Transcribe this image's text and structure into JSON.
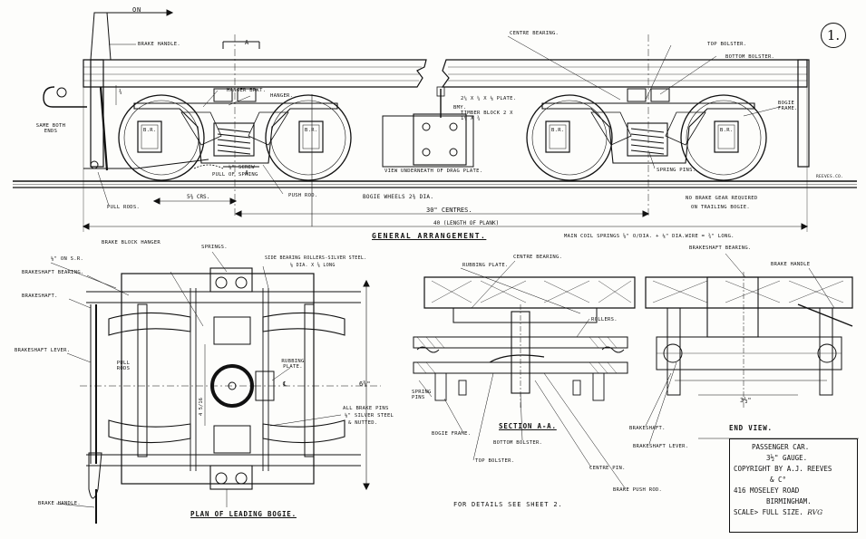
{
  "sheet_number": "1.",
  "general_arrangement": {
    "title": "GENERAL ARRANGEMENT.",
    "labels": {
      "on": "ON",
      "brake_handle": "BRAKE HANDLE.",
      "hanger_brkt": "HANGER BRKT.",
      "hanger": "HANGER.",
      "same_both_ends": "SAME BOTH ENDS",
      "pull_of_spring": "PULL OF SPRING",
      "screw": "⅛\" SCREW",
      "push_rod": "PUSH ROD.",
      "pull_rods": "PULL RODS.",
      "centre_bearing": "CENTRE BEARING.",
      "top_bolster": "TOP BOLSTER.",
      "bottom_bolster": "BOTTOM BOLSTER.",
      "bogie_frame": "BOGIE FRAME.",
      "spring_pins": "SPRING PINS.",
      "bmy": "BMY.",
      "plate": "2¼ x ¼ x ⅛ PLATE.",
      "timber_block": "TIMBER BLOCK 2 x 1¼ x ¾",
      "view_underneath": "VIEW UNDERNEATH OF DRAG PLATE.",
      "reeves": "REEVES.CO.",
      "no_brake_gear": "NO BRAKE GEAR REQUIRED",
      "on_trailing_bogie": "ON TRAILING BOGIE.",
      "main_coil_springs": "MAIN COIL SPRINGS ⅝\" O/DIA. + ⅛\" DIA.WIRE = ¾\" LONG.",
      "section_a_top": "A",
      "section_a_bottom": "A",
      "br": "B.R."
    },
    "dimensions": {
      "d1": "¾",
      "centres_58": "5⅜ CRS.",
      "bogie_wheels": "BOGIE WHEELS 2⅜ DIA.",
      "centres_30": "30\" CENTRES.",
      "length_40": "40 (LENGTH OF PLANK)"
    }
  },
  "plan_of_bogie": {
    "title": "PLAN OF LEADING BOGIE.",
    "labels": {
      "brake_block_hanger": "BRAKE BLOCK HANGER",
      "springs": "SPRINGS.",
      "side_bearing_rollers": "SIDE BEARING ROLLERS-SILVER STEEL.",
      "rollers_size": "⅛ DIA. x ⅝ LONG",
      "on_sr": "⅛\" ON S.R.",
      "brakeshaft_bearing": "BRAKESHAFT BEARING.",
      "brakeshaft": "BRAKESHAFT.",
      "brakeshaft_lever": "BRAKESHAFT LEVER.",
      "pull_rods": "PULL RODS",
      "rubbing_plate": "RUBBING PLATE.",
      "all_brake_pins": "ALL BRAKE PINS",
      "silver_steel": "⅛\" SILVER STEEL",
      "nutted": "& NUTTED.",
      "brake_handle": "BRAKE HANDLE."
    },
    "dimensions": {
      "width": "6⅜\"",
      "inner": "4 5/16",
      "centre": "℄"
    }
  },
  "section_aa": {
    "title": "SECTION A-A.",
    "labels": {
      "centre_bearing": "CENTRE BEARING.",
      "rubbing_plate": "RUBBING PLATE.",
      "rollers": "ROLLERS.",
      "spring_pins": "SPRING PINS",
      "bogie_frame": "BOGIE FRAME.",
      "bottom_bolster": "BOTTOM BOLSTER.",
      "top_bolster": "TOP BOLSTER.",
      "centre_pin": "CENTRE PIN.",
      "brake_push_rod": "BRAKE PUSH ROD."
    },
    "note": "FOR DETAILS SEE SHEET 2."
  },
  "end_view": {
    "title": "END VIEW.",
    "labels": {
      "brakeshaft_bearing": "BRAKESHAFT BEARING.",
      "brake_handle": "BRAKE HANDLE",
      "brakeshaft": "BRAKESHAFT.",
      "brakeshaft_lever": "BRAKESHAFT LEVER."
    },
    "dimensions": {
      "gauge": "3½\""
    }
  },
  "title_block": {
    "line1": "PASSENGER CAR.",
    "line2": "3½\" GAUGE.",
    "line3": "COPYRIGHT BY A.J. REEVES",
    "line4": "& C°",
    "line5": "416 MOSELEY ROAD",
    "line6": "BIRMINGHAM.",
    "line7": "SCALE> FULL SIZE.",
    "initials": "RVG"
  }
}
